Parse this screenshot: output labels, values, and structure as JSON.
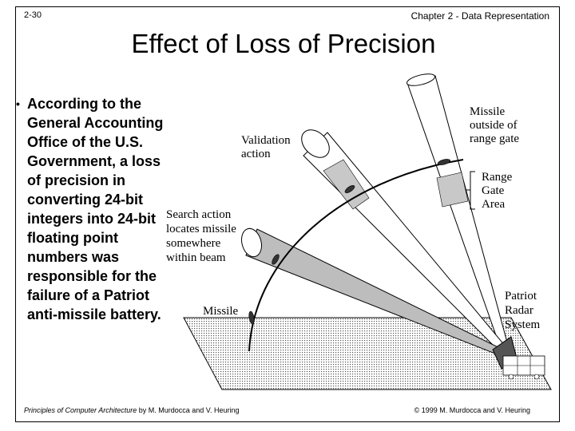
{
  "header": {
    "page_number": "2-30",
    "chapter": "Chapter 2 - Data Representation"
  },
  "title": "Effect of Loss of Precision",
  "bullet": {
    "text": "According to the General Accounting Office of the U.S. Government, a loss of precision in converting 24-bit integers into 24-bit floating point numbers was responsible for the failure of a Patriot anti-missile battery."
  },
  "diagram": {
    "labels": {
      "missile_outside_1": "Missile",
      "missile_outside_2": "outside of",
      "missile_outside_3": "range gate",
      "validation_1": "Validation",
      "validation_2": "action",
      "range_gate_1": "Range",
      "range_gate_2": "Gate",
      "range_gate_3": "Area",
      "search_1": "Search action",
      "search_2": "locates missile",
      "search_3": "somewhere",
      "search_4": "within beam",
      "missile": "Missile",
      "patriot_1": "Patriot",
      "patriot_2": "Radar",
      "patriot_3": "System"
    }
  },
  "footer": {
    "book_title": "Principles of Computer Architecture",
    "authors": " by M. Murdocca and V. Heuring",
    "copyright": "© 1999 M. Murdocca and V. Heuring"
  }
}
